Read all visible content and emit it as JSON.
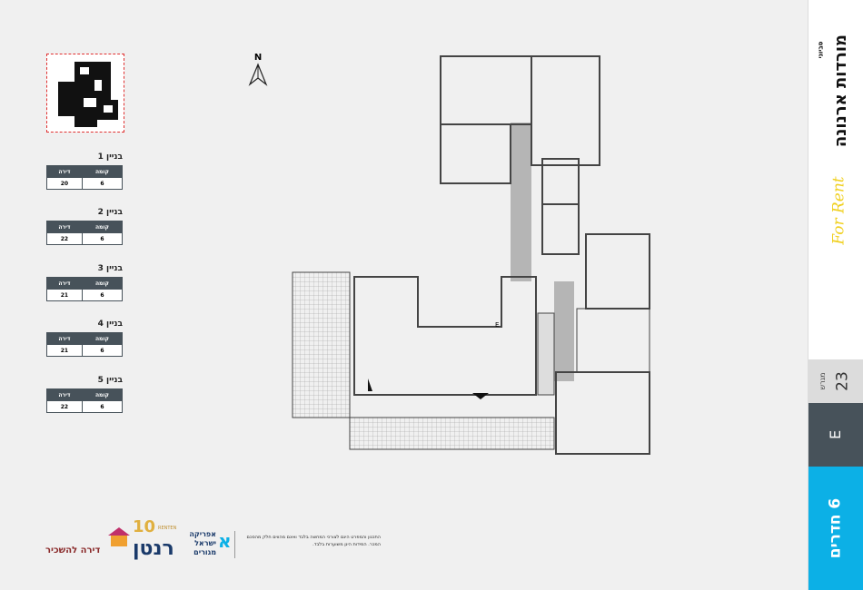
{
  "north_label": "N",
  "buildings": [
    {
      "title": "בניין 1",
      "floor_label": "קומה",
      "apt_label": "דירה",
      "floor": "6",
      "apt": "20"
    },
    {
      "title": "בניין 2",
      "floor_label": "קומה",
      "apt_label": "דירה",
      "floor": "6",
      "apt": "22"
    },
    {
      "title": "בניין 3",
      "floor_label": "קומה",
      "apt_label": "דירה",
      "floor": "6",
      "apt": "21"
    },
    {
      "title": "בניין 4",
      "floor_label": "קומה",
      "apt_label": "דירה",
      "floor": "6",
      "apt": "21"
    },
    {
      "title": "בניין 5",
      "floor_label": "קומה",
      "apt_label": "דירה",
      "floor": "6",
      "apt": "22"
    }
  ],
  "sidebar": {
    "brand_small": "סביוני",
    "brand": "מורדות ארנונה",
    "for_rent": "For Rent",
    "model_label": "מגרש",
    "model_number": "23",
    "type": "E",
    "rooms": "6 חדרים",
    "accent": "#0cb0e6",
    "dark": "#47525a"
  },
  "plan": {
    "type_mark": "E"
  },
  "footer": {
    "disclaimer": "התכנון והמפרט הינם לצורכי המחשה בלבד ואינם מהווים חלק מהסכם המכר. המידות הינן משוערות בלבד.",
    "logo_africa": "אפריקה ישראל מגורים",
    "logo_renten": "רנטן",
    "logo_renten_en": "RENTEN",
    "logo_dira": "דירה להשכיר"
  }
}
